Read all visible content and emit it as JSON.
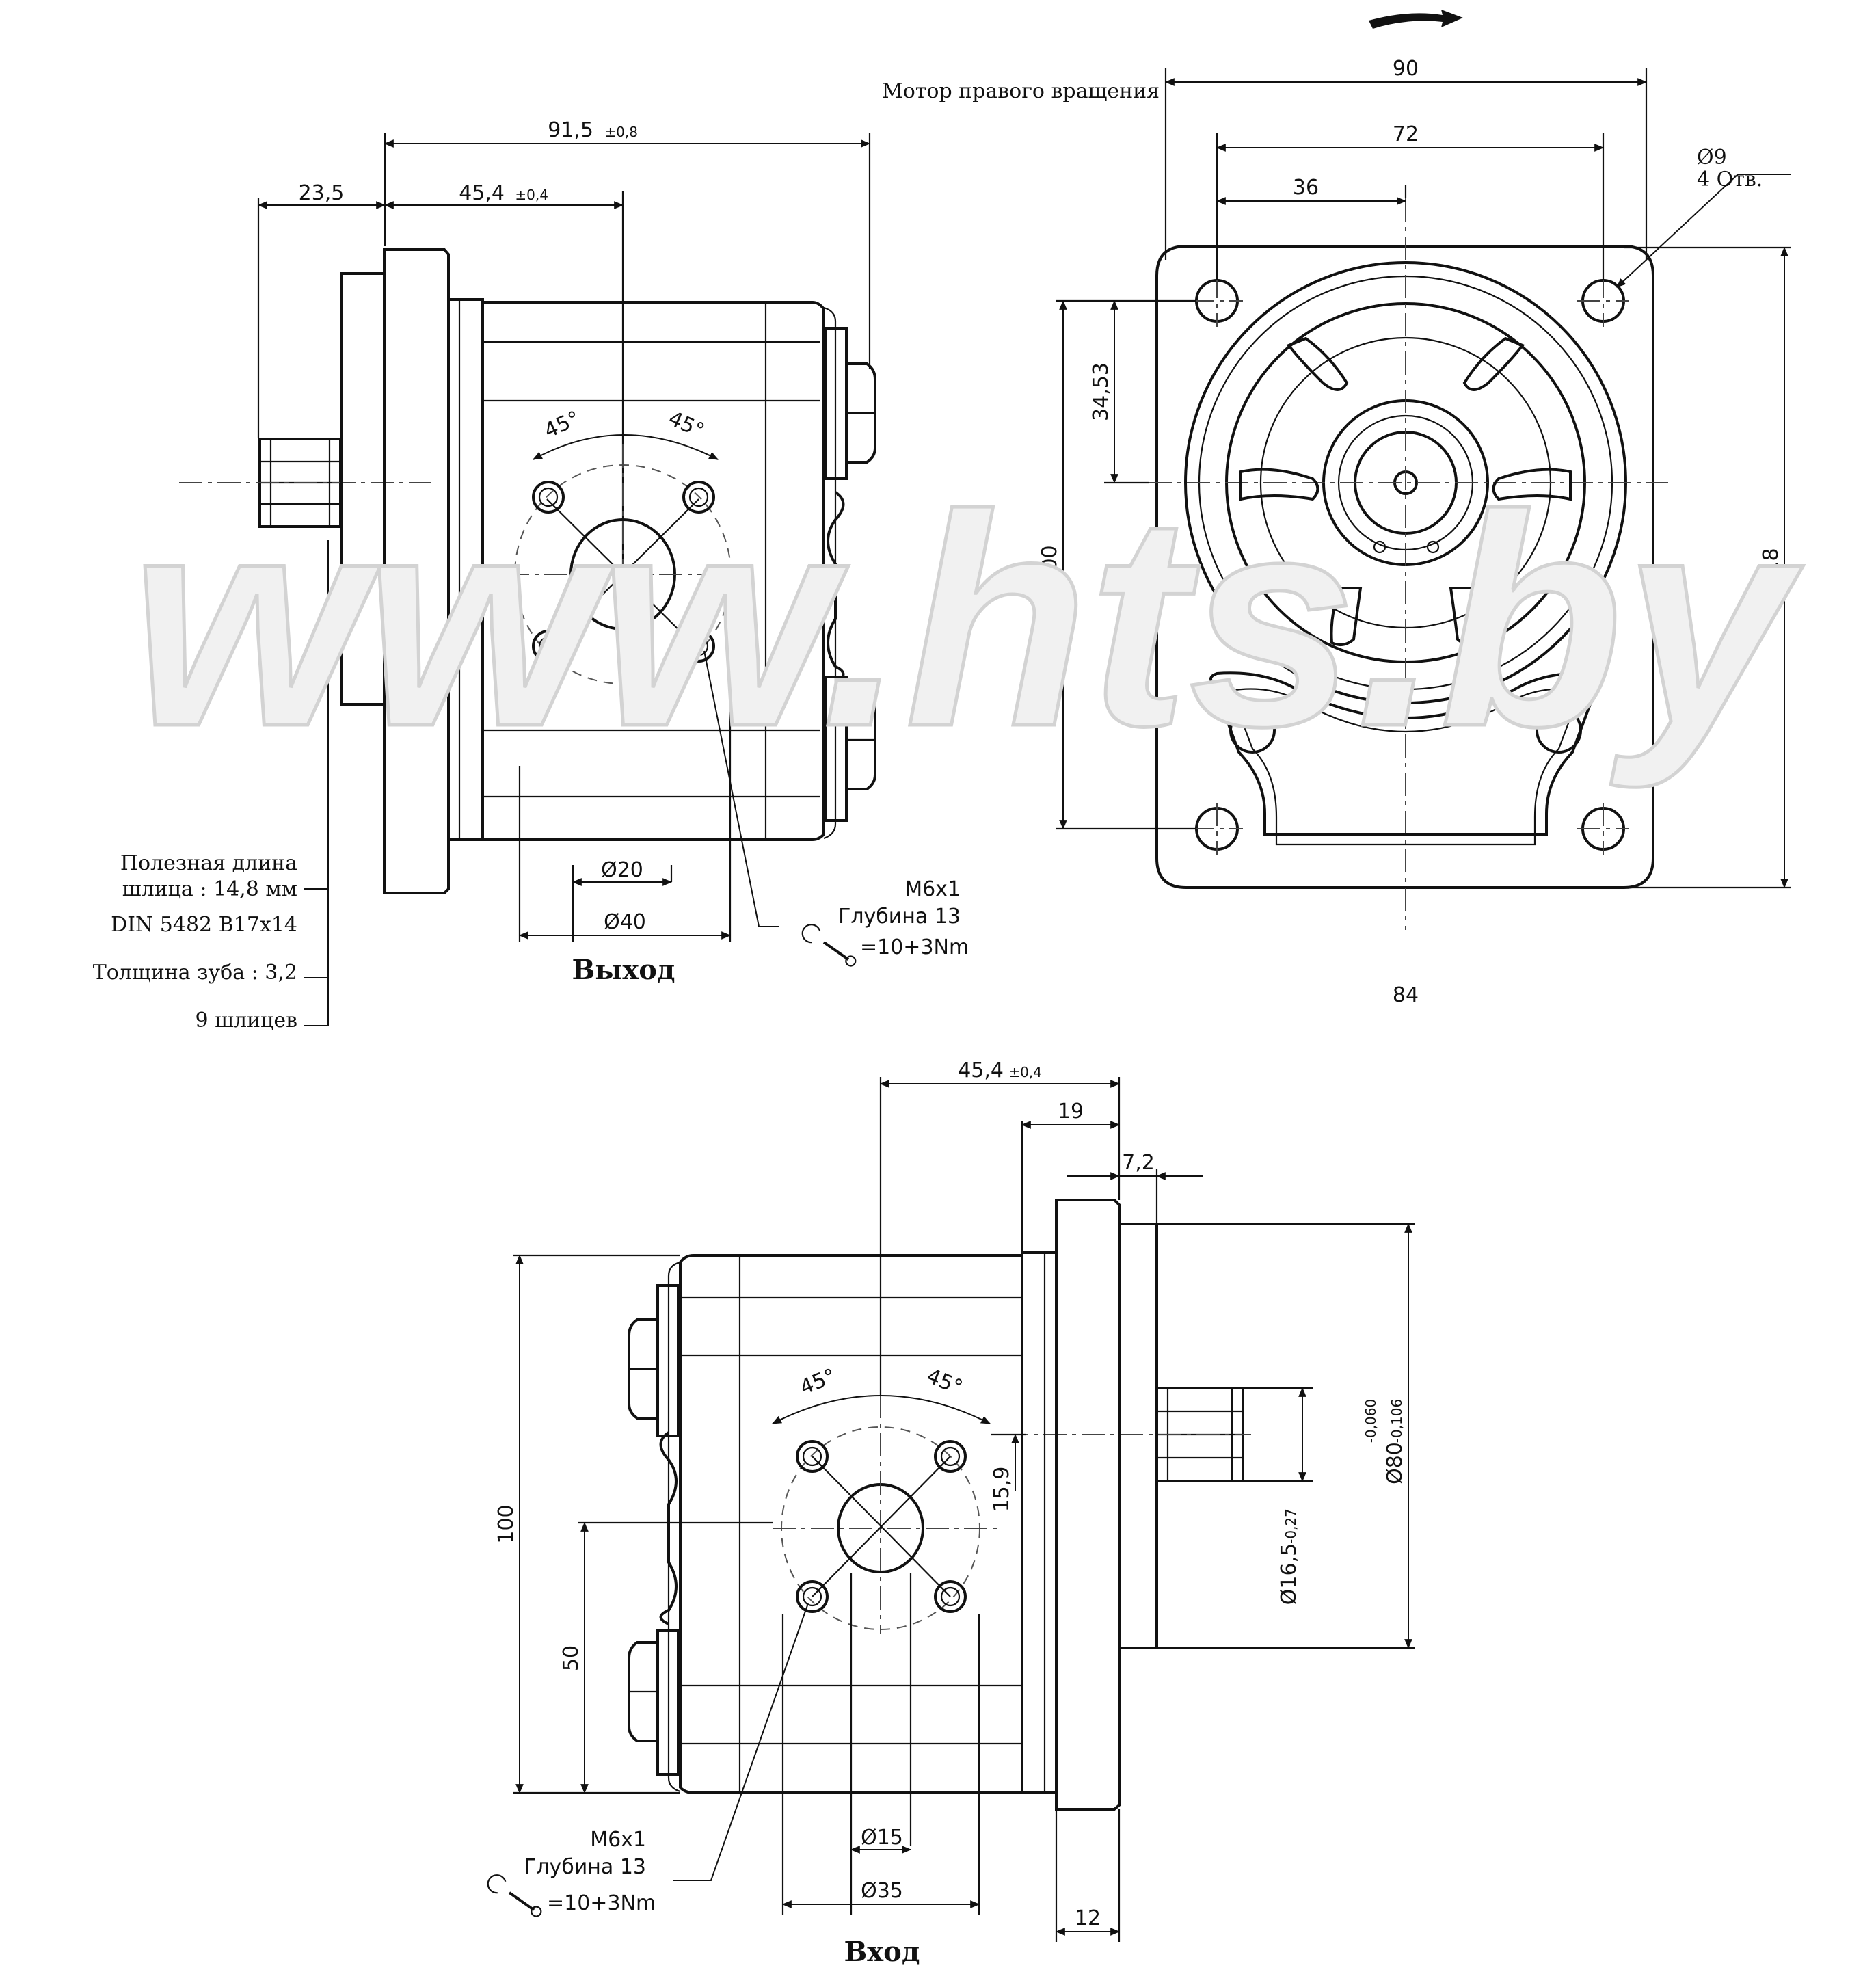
{
  "watermark": "www.hts.by",
  "rotation_label": "Мотор правого вращения",
  "side_view": {
    "dim_overall": "91,5",
    "dim_overall_tol": "±0,8",
    "dim_shaft": "23,5",
    "dim_port": "45,4",
    "dim_port_tol": "±0,4",
    "angle_left": "45°",
    "angle_right": "45°",
    "port_inner": "Ø20",
    "port_outer": "Ø40",
    "thread": "M6x1",
    "thread_depth": "Глубина 13",
    "torque": "=10+3Nm",
    "port_title": "Выход",
    "spline_note_1": "Полезная длина",
    "spline_note_2": "шлица : 14,8 мм",
    "spline_note_3": "DIN 5482 B17x14",
    "spline_note_4": "Толщина зуба : 3,2",
    "spline_note_5": "9 шлицев"
  },
  "front_view": {
    "dim_width": "90",
    "dim_holes": "72",
    "dim_half": "36",
    "dim_vertical_offset": "34,53",
    "dim_holes_vertical": "100",
    "dim_height": "118",
    "dim_bottom": "84",
    "hole_dia": "Ø9",
    "hole_count": "4 Отв."
  },
  "bottom_view": {
    "dim_port": "45,4",
    "dim_port_tol": "±0,4",
    "dim_flange": "19",
    "dim_pilot": "7,2",
    "dim_height": "100",
    "dim_half": "50",
    "dim_offset": "15,9",
    "angle_left": "45°",
    "angle_right": "45°",
    "pilot_dia": "Ø80",
    "pilot_tol_upper": "-0,060",
    "pilot_tol_lower": "-0,106",
    "shaft_dia": "Ø16,5",
    "shaft_tol": "-0,27",
    "port_inner": "Ø15",
    "port_outer": "Ø35",
    "flange_thk": "12",
    "thread": "M6x1",
    "thread_depth": "Глубина 13",
    "torque": "=10+3Nm",
    "port_title": "Вход"
  }
}
